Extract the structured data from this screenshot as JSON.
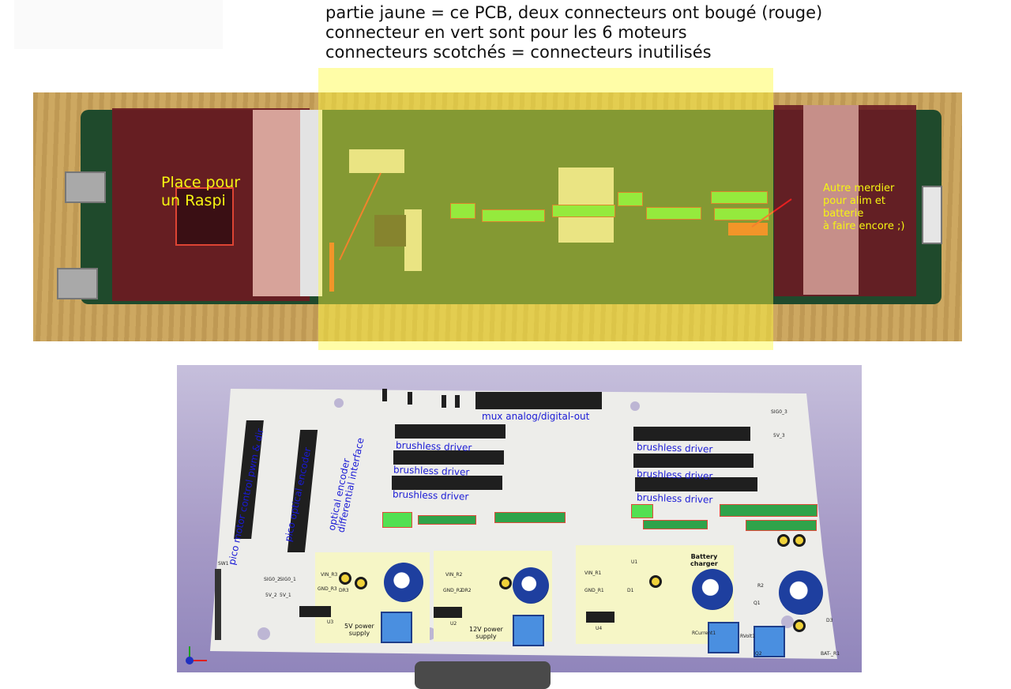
{
  "caption": {
    "line1": "partie jaune = ce PCB, deux connecteurs ont bougé (rouge)",
    "line2": "connecteur en vert sont pour les 6 moteurs",
    "line3": "connecteurs scotchés = connecteurs inutilisés"
  },
  "photo": {
    "left_label": "Place pour\nun Raspi",
    "right_label": "Autre merdier\npour alim et\nbatterie\nà faire encore ;)"
  },
  "render": {
    "labels": {
      "mux": "mux analog/digital-out",
      "bd_left_1": "brushless driver",
      "bd_left_2": "brushless driver",
      "bd_left_3": "brushless driver",
      "bd_right_1": "brushless driver",
      "bd_right_2": "brushless driver",
      "bd_right_3": "brushless driver",
      "pico_motor": "pico motor control pwm & dir",
      "pico_optical": "pico optical encoder",
      "optical_diff": "optical encoder\ndifferential interface",
      "ps5": "5V power\nsupply",
      "ps12": "12V power\nsupply",
      "battery": "Battery\ncharger"
    },
    "refs": {
      "sw1": "SW1",
      "sig3": "SIG0_3",
      "five3": "5V_3",
      "sig2": "SIG0_2",
      "sig1": "SIG0_1",
      "five2": "5V_2",
      "five1": "5V_1",
      "vin3": "VIN_R3",
      "gnd3": "GND_R3",
      "dr3": "DR3",
      "vin2": "VIN_R2",
      "gnd2": "GND_R2",
      "dr2": "DR2",
      "vin1": "VIN_R1",
      "gnd1": "GND_R1",
      "d1": "D1",
      "u3": "U3",
      "u2": "U2",
      "u4": "U4",
      "u1": "U1",
      "bat": "BAT-_R1",
      "q1": "Q1",
      "q2": "Q2",
      "d3": "D3",
      "r2": "R2",
      "rcur": "RCurrent1",
      "rvolt": "RVolt1"
    },
    "colors": {
      "overlay_yellow": "#fffa3c",
      "label_blue": "#1a1ad6",
      "connector_green": "#3fdc3f",
      "moved_red": "#e8431a"
    }
  }
}
